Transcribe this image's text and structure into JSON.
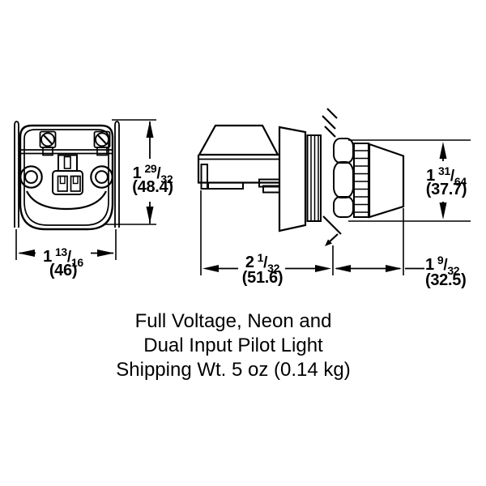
{
  "page": {
    "background_color": "#ffffff",
    "ink_color": "#000000"
  },
  "views": {
    "rear_view": "rear view of pilot light body with retaining clip, two terminal screws, two terminals and lamp connector",
    "side_view": "side view of pilot light with housing, mounting bezel, threaded collar, panel, hex nut, knurled ring and lens"
  },
  "dimensions": {
    "rear_height": {
      "whole": "1",
      "num": "29",
      "den": "32",
      "metric": "(48.4)"
    },
    "rear_width": {
      "whole": "1",
      "num": "13",
      "den": "16",
      "metric": "(46)"
    },
    "side_body_width": {
      "whole": "2",
      "num": "1",
      "den": "32",
      "metric": "(51.6)"
    },
    "side_front_width": {
      "whole": "1",
      "num": "9",
      "den": "32",
      "metric": "(32.5)"
    },
    "side_height": {
      "whole": "1",
      "num": "31",
      "den": "64",
      "metric": "(37.7)"
    }
  },
  "ui": {
    "slash": "/"
  },
  "caption": {
    "line1": "Full Voltage, Neon and",
    "line2": "Dual Input Pilot Light",
    "line3": "Shipping Wt. 5 oz (0.14 kg)"
  }
}
